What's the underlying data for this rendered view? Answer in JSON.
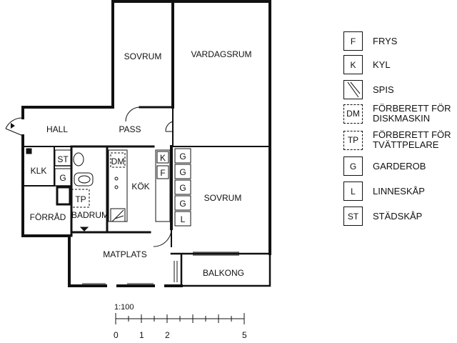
{
  "rooms": {
    "sovrum1": "SOVRUM",
    "vardagsrum": "VARDAGSRUM",
    "hall": "HALL",
    "pass": "PASS",
    "klk": "KLK",
    "badrum": "BADRUM",
    "kok": "KÖK",
    "sovrum2": "SOVRUM",
    "forrad": "FÖRRÅD",
    "matplats": "MATPLATS",
    "balkong": "BALKONG"
  },
  "fixtures": {
    "st": "ST",
    "g": "G",
    "tp": "TP",
    "dm": "DM",
    "k": "K",
    "f": "F",
    "l": "L"
  },
  "legend": [
    {
      "code": "F",
      "text": "FRYS",
      "style": "solid",
      "icon": "text"
    },
    {
      "code": "K",
      "text": "KYL",
      "style": "solid",
      "icon": "text"
    },
    {
      "code": "",
      "text": "SPIS",
      "style": "solid",
      "icon": "stove-icon"
    },
    {
      "code": "DM",
      "text": "FÖRBERETT FÖR DISKMASKIN",
      "style": "dashed",
      "icon": "text"
    },
    {
      "code": "TP",
      "text": "FÖRBERETT FÖR TVÄTTPELARE",
      "style": "dashed",
      "icon": "text"
    },
    {
      "code": "G",
      "text": "GARDEROB",
      "style": "solid",
      "icon": "text"
    },
    {
      "code": "L",
      "text": "LINNESKÅP",
      "style": "solid",
      "icon": "text"
    },
    {
      "code": "ST",
      "text": "STÄDSKÅP",
      "style": "solid",
      "icon": "text"
    }
  ],
  "scale": {
    "title": "1:100",
    "labels": [
      "0",
      "1",
      "2",
      "5"
    ]
  },
  "colors": {
    "wall": "#111111",
    "background": "#ffffff"
  }
}
